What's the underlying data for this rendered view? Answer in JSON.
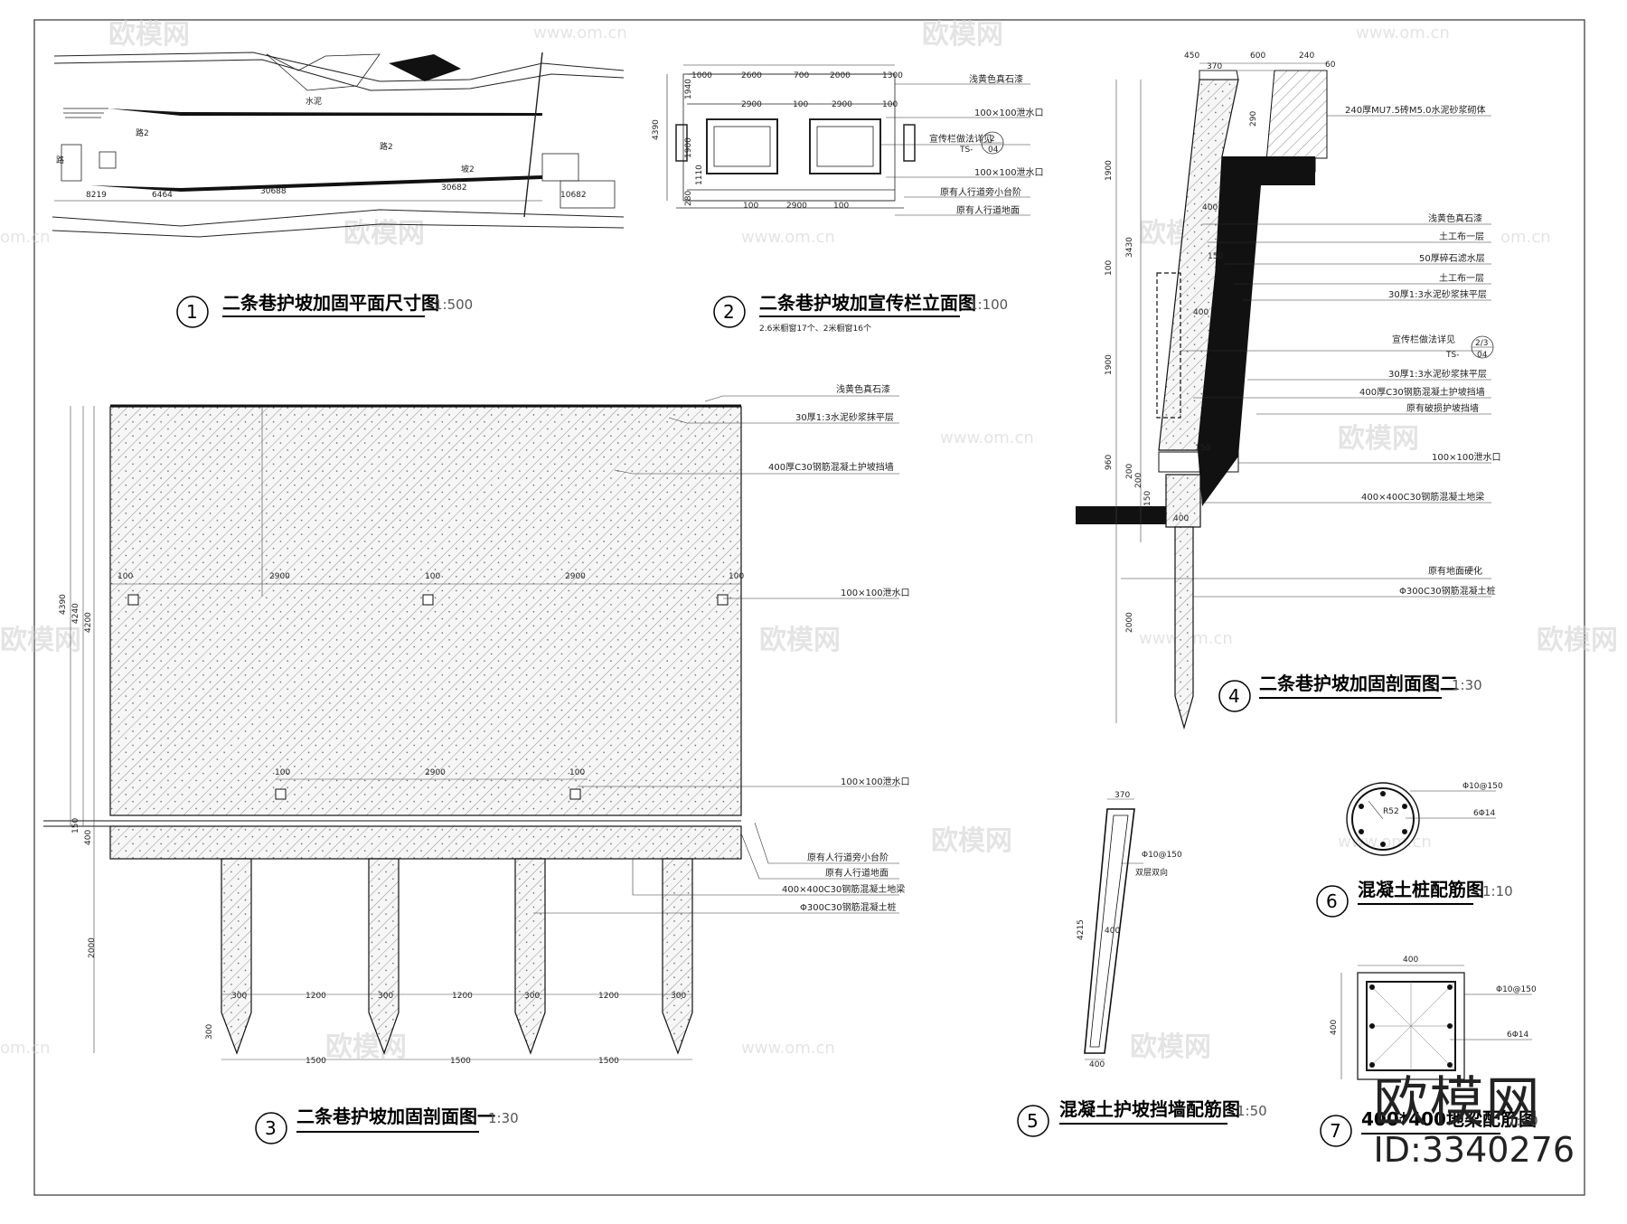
{
  "watermark": {
    "brand": "欧模网",
    "url": "www.om.cn",
    "url_short": "om.cn"
  },
  "brand_badge": {
    "logo": "欧模网",
    "id": "ID:3340276"
  },
  "views": [
    {
      "num": "1",
      "title": "二条巷护坡加固平面尺寸图",
      "scale": "1:500"
    },
    {
      "num": "2",
      "title": "二条巷护坡加宣传栏立面图",
      "scale": "1:100",
      "note": "2.6米橱窗17个、2米橱窗16个"
    },
    {
      "num": "3",
      "title": "二条巷护坡加固剖面图一",
      "scale": "1:30"
    },
    {
      "num": "4",
      "title": "二条巷护坡加固剖面图二",
      "scale": "1:30"
    },
    {
      "num": "5",
      "title": "混凝土护坡挡墙配筋图",
      "scale": "1:50"
    },
    {
      "num": "6",
      "title": "混凝土桩配筋图",
      "scale": "1:10"
    },
    {
      "num": "7",
      "title": "400*400地梁配筋图",
      "scale": "1:10"
    }
  ],
  "plan": {
    "dims": [
      "8219",
      "6464",
      "30688",
      "30682",
      "10682"
    ],
    "labels": [
      "水泥",
      "路2",
      "路2",
      "坡2",
      "路"
    ]
  },
  "elevation": {
    "top_dims": [
      "1000",
      "2600",
      "700",
      "2000",
      "1300"
    ],
    "mid_dims": [
      "2900",
      "100",
      "2900",
      "100"
    ],
    "bottom_dims": [
      "100",
      "2900",
      "100"
    ],
    "left_dims": [
      "4390",
      "1940",
      "1900",
      "1110",
      "280"
    ],
    "callouts": [
      "浅黄色真石漆",
      "100×100泄水口",
      "宣传栏做法详见",
      "100×100泄水口",
      "原有人行道旁小台阶",
      "原有人行道地面"
    ],
    "detail_ref": {
      "num": "2",
      "sheet": "04",
      "prefix": "TS-"
    }
  },
  "section1": {
    "callouts": [
      "浅黄色真石漆",
      "30厚1:3水泥砂浆抹平层",
      "400厚C30钢筋混凝土护坡挡墙",
      "100×100泄水口",
      "100×100泄水口",
      "原有人行道旁小台阶",
      "原有人行道地面",
      "400×400C30钢筋混凝土地梁",
      "Φ300C30钢筋混凝土桩"
    ],
    "upper_dims": [
      "100",
      "2900",
      "100",
      "2900",
      "100"
    ],
    "lower_dims": [
      "100",
      "2900",
      "100"
    ],
    "pile_top_dims": [
      "300",
      "1200",
      "300",
      "1200",
      "300",
      "1200",
      "300"
    ],
    "pile_bottom_dims": [
      "1500",
      "1500",
      "1500"
    ],
    "left_dims": [
      "4390",
      "4240",
      "4200",
      "150",
      "400",
      "2000",
      "300"
    ]
  },
  "section2": {
    "top_dims": [
      "450",
      "600",
      "240",
      "370",
      "60"
    ],
    "callouts": [
      "240厚MU7.5砖M5.0水泥砂浆砌体",
      "浅黄色真石漆",
      "土工布一层",
      "50厚碎石滤水层",
      "土工布一层",
      "30厚1:3水泥砂浆抹平层",
      "宣传栏做法详见",
      "30厚1:3水泥砂浆抹平层",
      "400厚C30钢筋混凝土护坡挡墙",
      "原有破损护坡挡墙",
      "100×100泄水口",
      "400×400C30钢筋混凝土地梁",
      "原有地面硬化",
      "Φ300C30钢筋混凝土桩"
    ],
    "left_dims": [
      "1900",
      "3430",
      "100",
      "1900",
      "960",
      "200",
      "200",
      "150",
      "2000"
    ],
    "inner_dims": [
      "290",
      "400",
      "150",
      "400",
      "150",
      "400"
    ],
    "detail_ref": {
      "num": "2/3",
      "sheet": "04",
      "prefix": "TS-"
    }
  },
  "wall_rebar": {
    "callouts": [
      "Φ10@150",
      "双层双向"
    ],
    "dims": [
      "370",
      "4215",
      "400",
      "400"
    ]
  },
  "pile_rebar": {
    "callouts": [
      "Φ10@150",
      "6Φ14"
    ],
    "radius": "R52"
  },
  "beam_rebar": {
    "callouts": [
      "Φ10@150",
      "6Φ14"
    ],
    "dims": [
      "400",
      "400"
    ]
  }
}
